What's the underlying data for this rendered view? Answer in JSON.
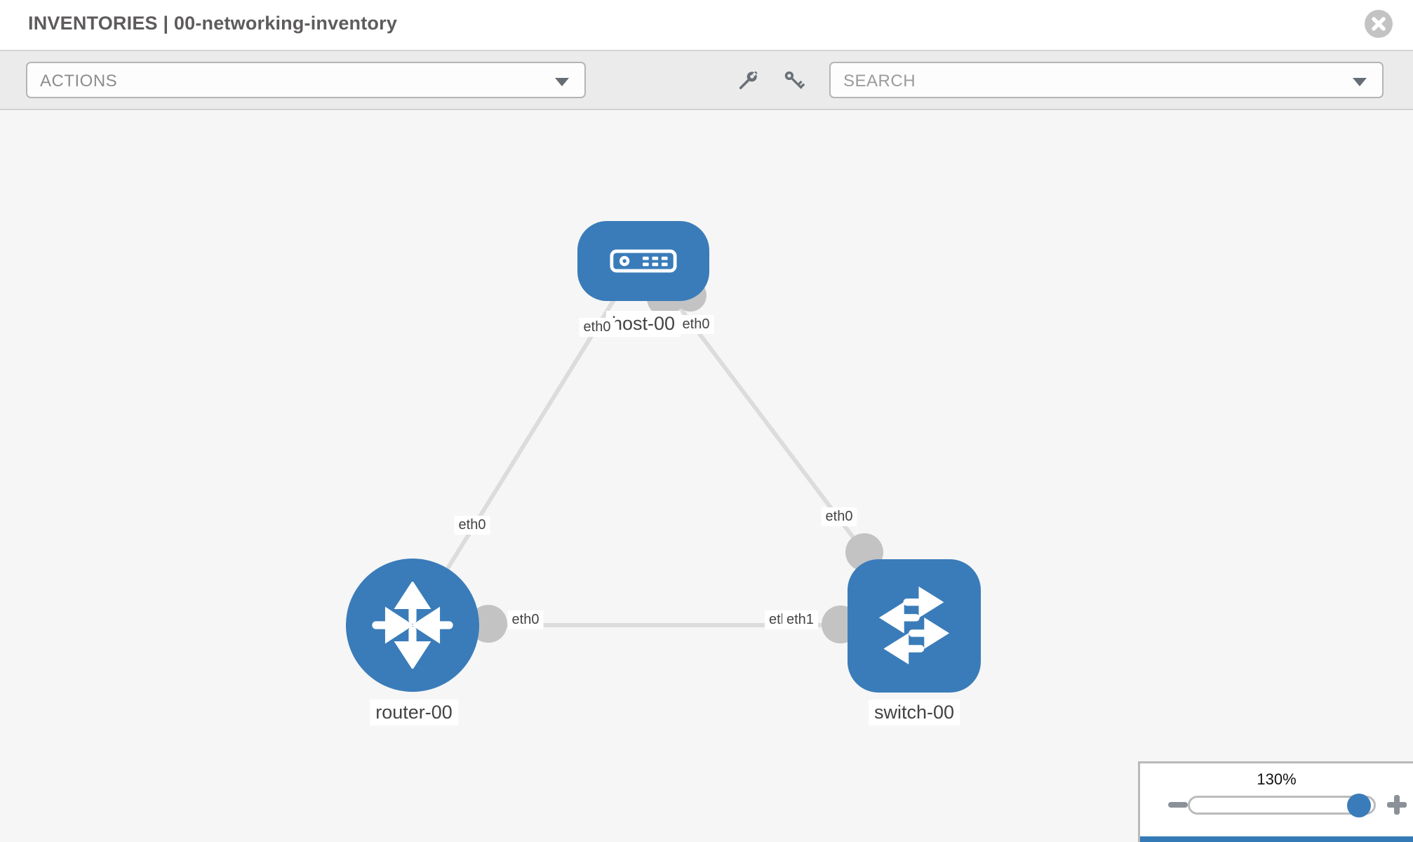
{
  "header": {
    "title": "INVENTORIES | 00-networking-inventory",
    "close_icon": "x-circle"
  },
  "toolbar": {
    "actions_label": "ACTIONS",
    "actions_caret_icon": "caret-down",
    "wrench_icon": "wrench",
    "key_icon": "key",
    "search_placeholder": "SEARCH",
    "search_caret_icon": "caret-down"
  },
  "topology": {
    "nodes": [
      {
        "id": "host-00",
        "type": "host",
        "label": "host-00",
        "icon": "server"
      },
      {
        "id": "router-00",
        "type": "router",
        "label": "router-00",
        "icon": "router-arrows"
      },
      {
        "id": "switch-00",
        "type": "switch",
        "label": "switch-00",
        "icon": "switch-arrows"
      }
    ],
    "links": [
      {
        "from": "router-00",
        "to": "host-00",
        "from_interface": "eth0",
        "to_interface": "eth0"
      },
      {
        "from": "switch-00",
        "to": "host-00",
        "from_interface": "eth0",
        "to_interface": "eth0"
      },
      {
        "from": "router-00",
        "to": "switch-00",
        "from_interface": "eth0",
        "to_interface": "eth1"
      }
    ],
    "interface_labels": {
      "host_left": "eth0",
      "host_right": "eth0",
      "router_top": "eth0",
      "router_right": "eth0",
      "switch_top": "eth0",
      "switch_left_under": "eth0",
      "switch_left_over": "eth1"
    }
  },
  "zoom_control": {
    "level": "130%",
    "minus_icon": "minus",
    "plus_icon": "plus"
  },
  "colors": {
    "node_blue": "#3a7cb9",
    "accent_blue": "#337ab7",
    "link_gray": "#dcdcdc",
    "connector_gray": "#c3c3c3",
    "canvas_bg": "#f6f6f6",
    "toolbar_bg": "#ebebeb"
  }
}
